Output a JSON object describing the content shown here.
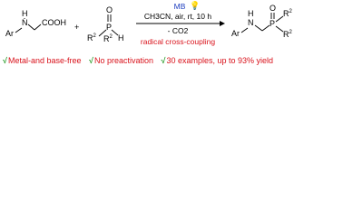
{
  "reactant1": {
    "ar": "Ar",
    "nh": "N",
    "h": "H",
    "acid": "COOH"
  },
  "plus": "+",
  "reactant2": {
    "o": "O",
    "p": "P",
    "r2": "R",
    "sup2": "2",
    "h": "H"
  },
  "conditions": {
    "catalyst": "MB",
    "solvent_line": "CH3CN, air, rt, 10 h",
    "byproduct": "- CO2",
    "caption": "radical cross-coupling"
  },
  "product": {
    "ar": "Ar",
    "nh": "N",
    "h": "H",
    "p": "P",
    "o": "O",
    "r2": "R",
    "sup2": "2"
  },
  "features": {
    "check_symbol": "√",
    "item1": "Metal-and base-free",
    "item2": "No preactivation",
    "item3": "30 examples, up to 93% yield"
  },
  "colors": {
    "caption": "#d9121b",
    "catalyst": "#1f3fbf",
    "checkmark": "#2e9e2e"
  }
}
